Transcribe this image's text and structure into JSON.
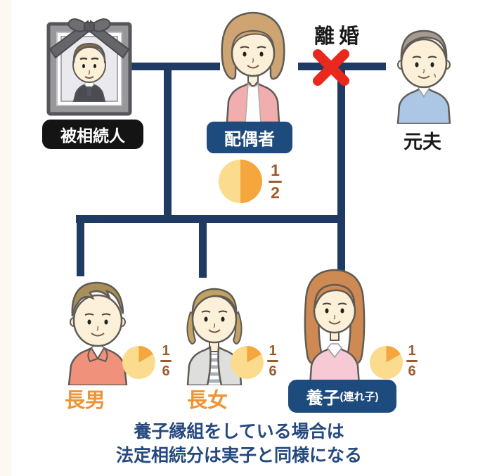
{
  "figure": {
    "divorce_label": "離婚",
    "people": {
      "deceased": {
        "label": "被相続人"
      },
      "spouse": {
        "label": "配偶者"
      },
      "ex_husband": {
        "label": "元夫"
      },
      "eldest_son": {
        "label": "長男"
      },
      "eldest_daughter": {
        "label": "長女"
      },
      "adopted_child": {
        "label": "養子",
        "label_suffix": "(連れ子)"
      }
    },
    "shares": {
      "spouse": {
        "numerator": "1",
        "denominator": "2"
      },
      "eldest_son": {
        "numerator": "1",
        "denominator": "6"
      },
      "eldest_daughter": {
        "numerator": "1",
        "denominator": "6"
      },
      "adopted_child": {
        "numerator": "1",
        "denominator": "6"
      }
    },
    "note": {
      "line1": "養子縁組をしている場合は",
      "line2_prefix": "法定相続分は",
      "line2_bold": "実子と同様",
      "line2_suffix": "になる"
    },
    "colors": {
      "connector_navy": "#1F3A63",
      "label_navy_bg": "#1D4B7D",
      "label_black_bg": "#141414",
      "label_text": "#FFFFFF",
      "child_name_orange": "#EE9434",
      "fraction_brown": "#9D5A2E",
      "pie_light": "#FBDC8E",
      "pie_orange": "#F5A63C",
      "divorce_x_red": "#E9291D",
      "note_navy": "#26497E"
    }
  }
}
